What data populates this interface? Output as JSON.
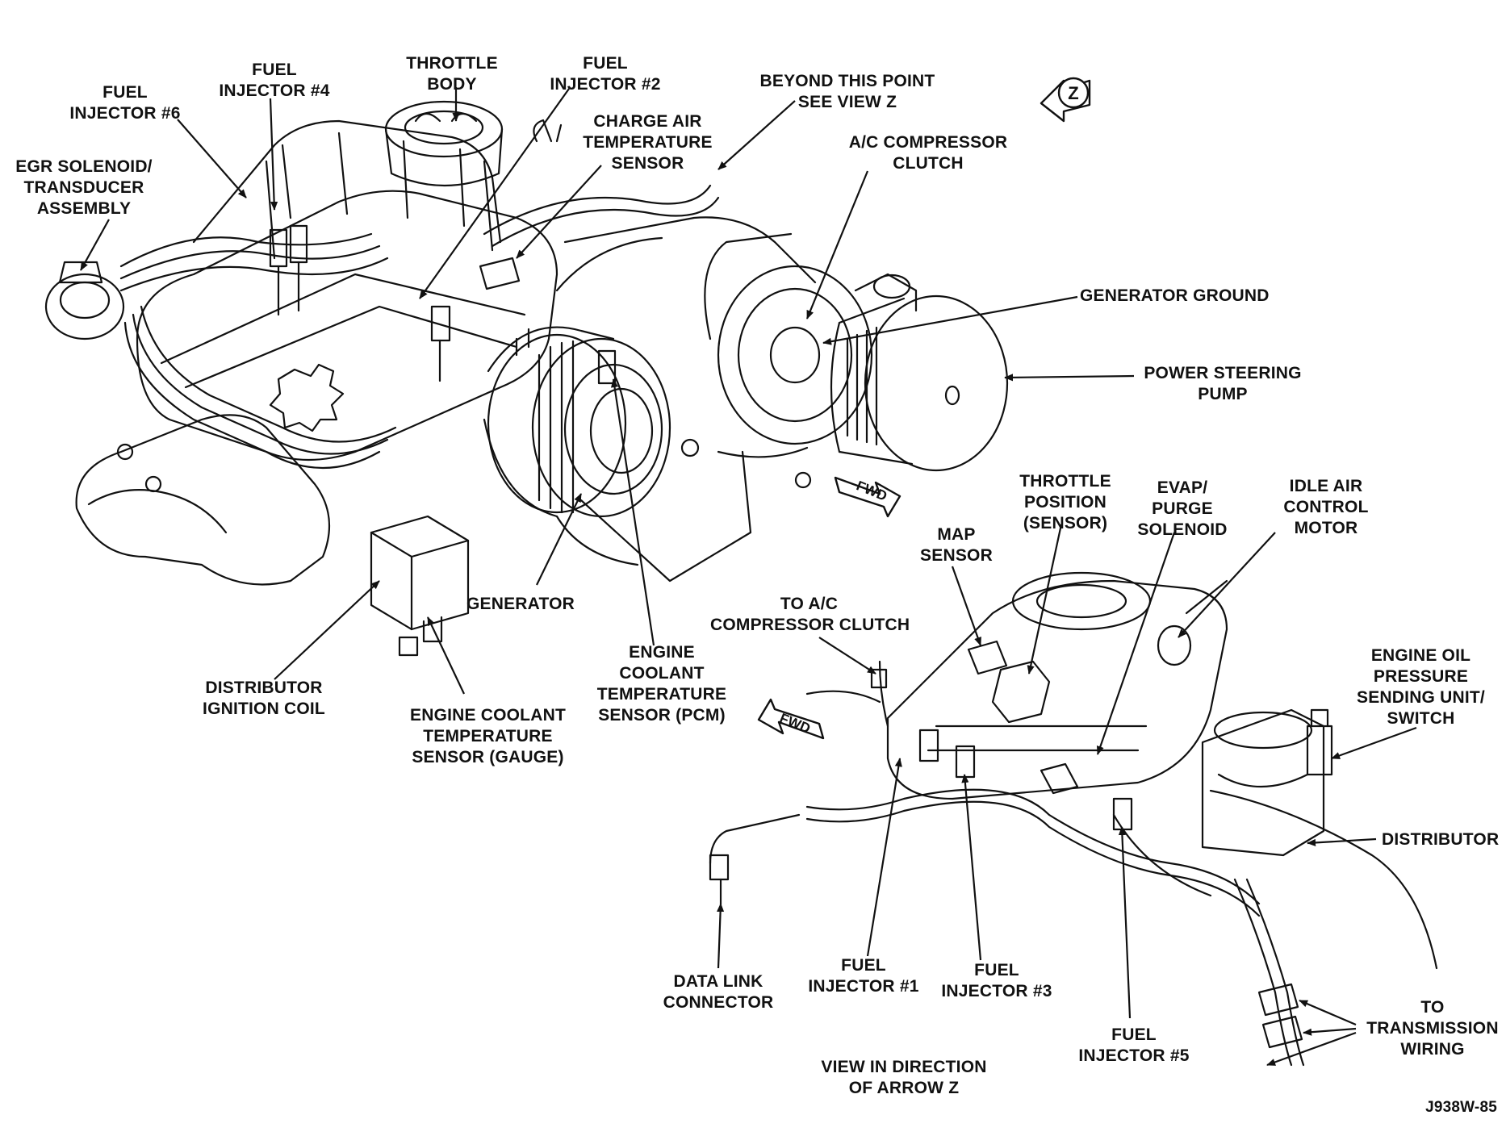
{
  "colors": {
    "ink": "#111111",
    "paper": "#ffffff"
  },
  "icons": [
    "view-z-arrow-icon",
    "fwd-arrow-icon",
    "leader-arrow-icon"
  ],
  "labels": {
    "fuel_injector_6": "FUEL\nINJECTOR #6",
    "fuel_injector_4": "FUEL\nINJECTOR #4",
    "throttle_body": "THROTTLE\nBODY",
    "fuel_injector_2": "FUEL\nINJECTOR #2",
    "charge_air_temp_sensor": "CHARGE AIR\nTEMPERATURE\nSENSOR",
    "beyond_this_point": "BEYOND THIS POINT\nSEE VIEW Z",
    "view_z_letter": "Z",
    "ac_compressor_clutch": "A/C COMPRESSOR\nCLUTCH",
    "egr_solenoid": "EGR SOLENOID/\nTRANSDUCER\nASSEMBLY",
    "generator_ground": "GENERATOR GROUND",
    "power_steering_pump": "POWER STEERING\nPUMP",
    "fwd_top": "FWD",
    "generator": "GENERATOR",
    "distributor_ignition_coil": "DISTRIBUTOR\nIGNITION COIL",
    "ect_sensor_gauge": "ENGINE COOLANT\nTEMPERATURE\nSENSOR (GAUGE)",
    "ect_sensor_pcm": "ENGINE\nCOOLANT\nTEMPERATURE\nSENSOR (PCM)",
    "throttle_position_sensor": "THROTTLE\nPOSITION\n(SENSOR)",
    "evap_purge_solenoid": "EVAP/\nPURGE\nSOLENOID",
    "idle_air_control_motor": "IDLE AIR\nCONTROL\nMOTOR",
    "map_sensor": "MAP\nSENSOR",
    "to_ac_compressor_clutch": "TO A/C\nCOMPRESSOR CLUTCH",
    "engine_oil_pressure": "ENGINE OIL\nPRESSURE\nSENDING UNIT/\nSWITCH",
    "fwd_bottom": "FWD",
    "distributor": "DISTRIBUTOR",
    "data_link_connector": "DATA LINK\nCONNECTOR",
    "fuel_injector_1": "FUEL\nINJECTOR #1",
    "fuel_injector_3": "FUEL\nINJECTOR #3",
    "fuel_injector_5": "FUEL\nINJECTOR #5",
    "to_transmission_wiring": "TO\nTRANSMISSION\nWIRING",
    "view_in_direction": "VIEW IN DIRECTION\nOF ARROW Z",
    "figure_code": "J938W-85"
  }
}
